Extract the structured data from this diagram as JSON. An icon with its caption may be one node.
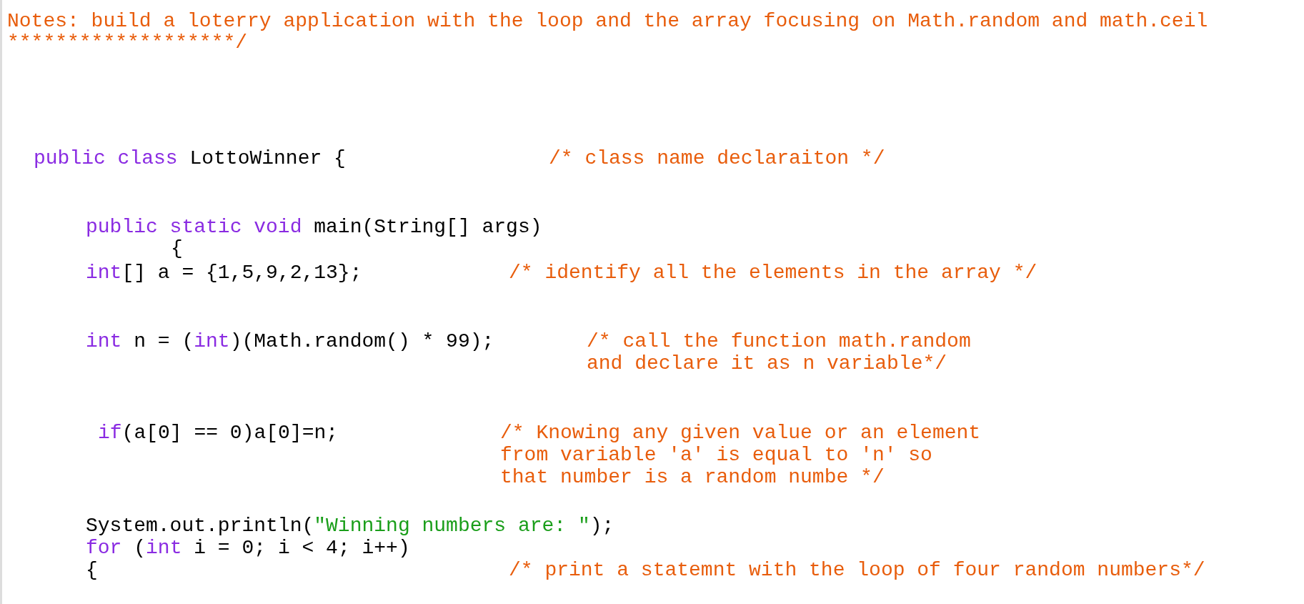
{
  "diagram": {
    "labels": [
      "Notes: build a loterry application with the loop and the array focusing on Math.random and math.ceil",
      "*******************/",
      "public class LottoWinner {",
      "/* class name declaraiton */",
      "public static void main(String[] args)",
      "{",
      "int[] a = {1,5,9,2,13};",
      "/* identify all the elements in the array */",
      "int n = (int)(Math.random() * 99);",
      "/* call the function math.random and declare it as n variable*/",
      "if(a[0] == 0)a[0]=n;",
      "/* Knowing any given value or an element from variable 'a' is equal to 'n' so that number is a random numbe */",
      "System.out.println(\"Winning numbers are: \");",
      "for (int i = 0; i < 4; i++)",
      "{",
      "/* print a statemnt with the loop of four random numbers*/"
    ]
  }
}
